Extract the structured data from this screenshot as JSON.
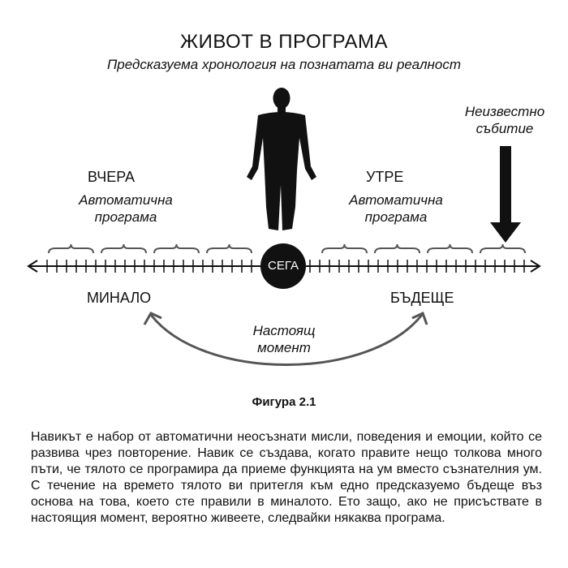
{
  "title": "ЖИВОТ В ПРОГРАМА",
  "subtitle": "Предсказуема хронология на познатата ви реалност",
  "yesterday": {
    "label": "ВЧЕРА",
    "note_line1": "Автоматична",
    "note_line2": "програма"
  },
  "tomorrow": {
    "label": "УТРЕ",
    "note_line1": "Автоматична",
    "note_line2": "програма"
  },
  "unknown_event": {
    "line1": "Неизвестно",
    "line2": "събитие"
  },
  "now_label": "СЕГА",
  "past_label": "МИНАЛО",
  "future_label": "БЪДЕЩЕ",
  "present_moment": {
    "line1": "Настоящ",
    "line2": "момент"
  },
  "figure_caption": "Фигура 2.1",
  "paragraph": "Навикът е набор от автоматични неосъзнати мисли, поведения и емоции, който се развива чрез повторение. Навик се създава, когато правите нещо толкова много пъти, че тялото се програмира да приеме функцията на ум вместо съзнателния ум. С течение на времето тялото ви притегля към едно предсказуемо бъдеще въз основа на това, което сте правили в миналото. Ето защо, ако не присъствате в настоящия момент, вероятно живеете, следвайки някаква програма.",
  "colors": {
    "ink": "#111111",
    "background": "#ffffff"
  }
}
